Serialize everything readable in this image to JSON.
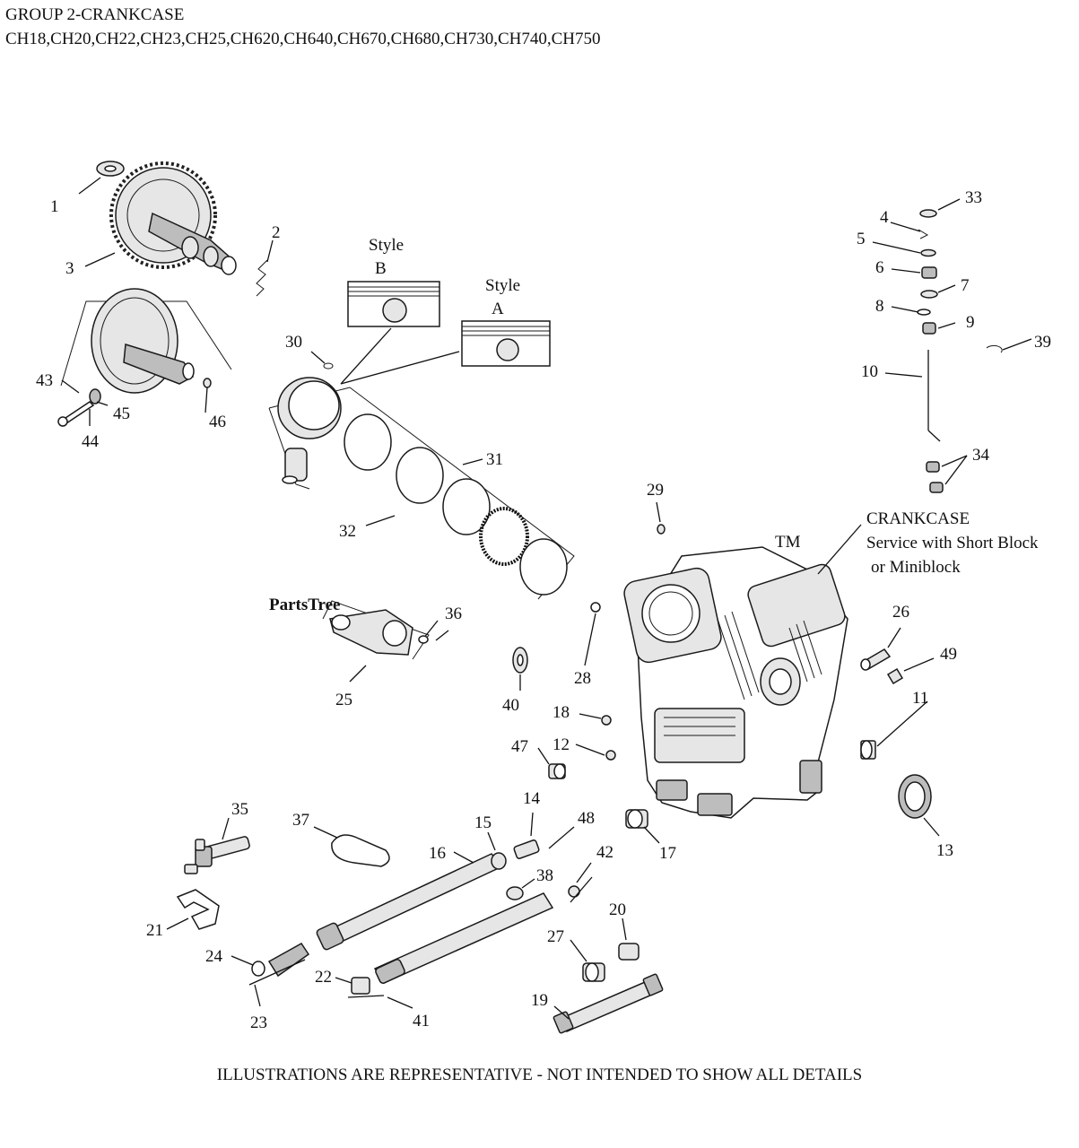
{
  "header": {
    "title": "GROUP 2-CRANKCASE",
    "models": "CH18,CH20,CH22,CH23,CH25,CH620,CH640,CH670,CH680,CH730,CH740,CH750"
  },
  "watermark": {
    "text": "PartsTree",
    "trademark": "TM"
  },
  "styles": {
    "b_word": "Style",
    "b_letter": "B",
    "a_word": "Style",
    "a_letter": "A"
  },
  "crankcase": {
    "title": "CRANKCASE",
    "line1": "Service with Short Block",
    "line2": "or Miniblock"
  },
  "callouts": {
    "c1": "1",
    "c2": "2",
    "c3": "3",
    "c4": "4",
    "c5": "5",
    "c6": "6",
    "c7": "7",
    "c8": "8",
    "c9": "9",
    "c10": "10",
    "c11": "11",
    "c12": "12",
    "c13": "13",
    "c14": "14",
    "c15": "15",
    "c16": "16",
    "c17": "17",
    "c18": "18",
    "c19": "19",
    "c20": "20",
    "c21": "21",
    "c22": "22",
    "c23": "23",
    "c24": "24",
    "c25": "25",
    "c26": "26",
    "c27": "27",
    "c28": "28",
    "c29": "29",
    "c30": "30",
    "c31": "31",
    "c32": "32",
    "c33": "33",
    "c34": "34",
    "c35": "35",
    "c36": "36",
    "c37": "37",
    "c38": "38",
    "c39": "39",
    "c40": "40",
    "c41": "41",
    "c42": "42",
    "c43": "43",
    "c44": "44",
    "c45": "45",
    "c46": "46",
    "c47": "47",
    "c48": "48",
    "c49": "49"
  },
  "footer": {
    "note": "ILLUSTRATIONS ARE REPRESENTATIVE - NOT INTENDED TO SHOW ALL DETAILS"
  }
}
